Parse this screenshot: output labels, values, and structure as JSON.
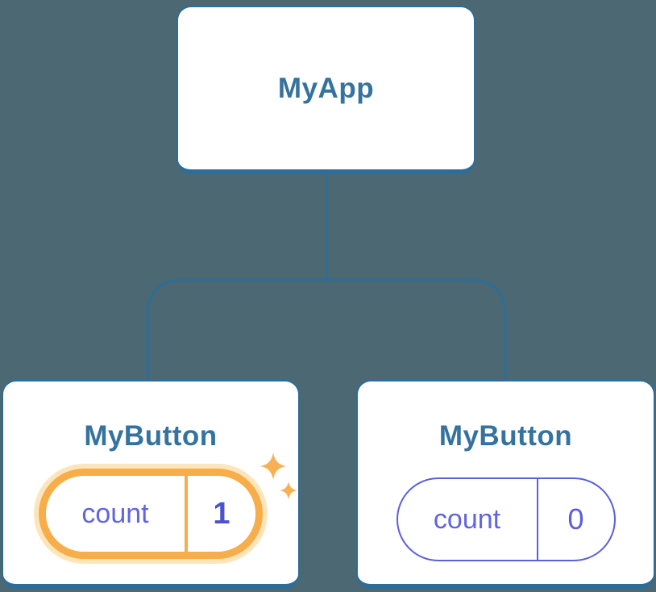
{
  "tree": {
    "root": {
      "label": "MyApp"
    },
    "children": [
      {
        "label": "MyButton",
        "state_key": "count",
        "state_value": "1",
        "highlighted": true
      },
      {
        "label": "MyButton",
        "state_key": "count",
        "state_value": "0",
        "highlighted": false
      }
    ]
  },
  "icons": {
    "sparkles": "sparkles-icon"
  },
  "colors": {
    "background": "#4c6973",
    "node_border": "#2e6d98",
    "node_text": "#35739f",
    "connector": "#2e6d98",
    "state_border_purple": "#5a60da",
    "state_text_purple": "#6165df",
    "state_value_bold_purple": "#4c52cd",
    "highlight_ring_orange": "#f6ad4a",
    "highlight_glow": "#fce5ba",
    "sparkle_orange": "#f6b155"
  }
}
